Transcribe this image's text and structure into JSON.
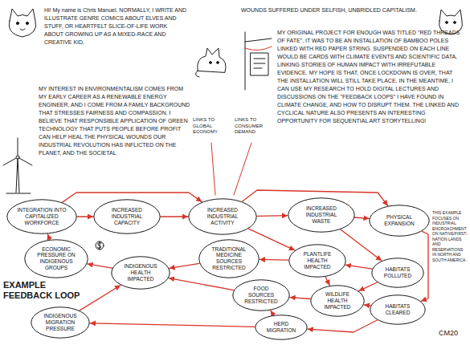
{
  "diagram": {
    "nodes": [
      {
        "text": [
          "INTEGRATION INTO CAPITALIZED WORKFORCE"
        ]
      },
      {
        "text": [
          "INCREASED INDUSTRIAL CAPACITY"
        ]
      },
      {
        "text": [
          "INCREASED INDUSTRIAL ACTIVITY"
        ]
      },
      {
        "text": [
          "INCREASED INDUSTRIAL WASTE"
        ]
      },
      {
        "text": [
          "PHYSICAL EXPANSION"
        ]
      },
      {
        "text": [
          "ECONOMIC PRESSURE ON INDIGENOUS GROUPS"
        ]
      },
      {
        "text": [
          "TRADITIONAL MEDICINE SOURCES RESTRICTED"
        ]
      },
      {
        "text": [
          "PLANTLIFE HEALTH IMPACTED"
        ]
      },
      {
        "text": [
          "INDIGENOUS HEALTH IMPACTED"
        ]
      },
      {
        "text": [
          "HABITATS POLLUTED"
        ]
      },
      {
        "text": [
          "FOOD SOURCES RESTRICTED"
        ]
      },
      {
        "text": [
          "WILDLIFE HEALTH IMPACTED"
        ]
      },
      {
        "text": [
          "HABITATS CLEARED"
        ]
      },
      {
        "text": [
          "INDIGENOUS MIGRATION PRESSURE"
        ]
      },
      {
        "text": [
          "HERD MIGRATION"
        ]
      }
    ],
    "edges": [
      {
        "from": 0,
        "to": 1,
        "arrow": "to"
      },
      {
        "from": 1,
        "to": 2,
        "arrow": "to"
      },
      {
        "from": 2,
        "to": 3,
        "arrow": "to"
      },
      {
        "from": 3,
        "to": 4,
        "arrow": "to"
      },
      {
        "from": 0,
        "to": 2,
        "arrow": "to"
      },
      {
        "from": 2,
        "to": 4,
        "arrow": "to"
      },
      {
        "from": 3,
        "to": 9,
        "arrow": "to"
      },
      {
        "from": 4,
        "to": 12,
        "arrow": "to"
      },
      {
        "from": 9,
        "to": 7,
        "arrow": "to"
      },
      {
        "from": 9,
        "to": 11,
        "arrow": "to"
      },
      {
        "from": 12,
        "to": 11,
        "arrow": "to"
      },
      {
        "from": 12,
        "to": 14,
        "arrow": "to"
      },
      {
        "from": 2,
        "to": 7,
        "arrow": "to"
      },
      {
        "from": 7,
        "to": 6,
        "arrow": "to"
      },
      {
        "from": 7,
        "to": 11,
        "arrow": "to"
      },
      {
        "from": 11,
        "to": 10,
        "arrow": "to"
      },
      {
        "from": 14,
        "to": 10,
        "arrow": "to"
      },
      {
        "from": 14,
        "to": 13,
        "arrow": "to"
      },
      {
        "from": 6,
        "to": 8,
        "arrow": "to"
      },
      {
        "from": 10,
        "to": 8,
        "arrow": "to"
      },
      {
        "from": 13,
        "to": 8,
        "arrow": "to"
      },
      {
        "from": 8,
        "to": 5,
        "arrow": "to"
      },
      {
        "from": 5,
        "to": 0,
        "arrow": "to"
      }
    ],
    "labels": [
      "Hi! My name is Chris Manuel. NORMALLY, I WRITE AND ILLUSTRATE GENRE COMICS ABOUT ELVES AND STUFF, OR HEARTFELT SLICE-OF-LIFE WORK ABOUT GROWING UP AS A MIXED-RACE AND CREATIVE KID.",
      "MY INTEREST IN ENVIRONMENTALISM COMES FROM MY EARLY CAREER AS A RENEWABLE ENERGY ENGINEER, AND I COME FROM A FAMILY BACKGROUND THAT STRESSES FAIRNESS AND COMPASSION. I BELIEVE THAT RESPONSIBLE APPLICATION OF GREEN TECHNOLOGY THAT PUTS PEOPLE BEFORE PROFIT CAN HELP HEAL THE PHYSICAL WOUNDS OUR INDUSTRIAL REVOLUTION HAS INFLICTED ON THE PLANET, AND THE SOCIETAL",
      "WOUNDS SUFFERED UNDER SELFISH, UNBRIDLED CAPITALISM.",
      "MY ORIGINAL PROJECT FOR ENOUGH WAS TITLED \"RED THREADS OF FATE\". IT WAS TO BE AN INSTALLATION OF BAMBOO POLES LINKED WITH RED PAPER STRING. SUSPENDED ON EACH LINE WOULD BE CARDS WITH CLIMATE EVENTS AND SCIENTIFIC DATA, LINKING STORIES OF HUMAN IMPACT WITH IRREFUTABLE EVIDENCE. MY HOPE IS THAT, ONCE LOCKDOWN IS OVER, THAT THE INSTALLATION WILL STILL TAKE PLACE. IN THE MEANTIME, I CAN USE MY RESEARCH TO HOLD DIGITAL LECTURES AND DISCUSSIONS ON THE \"FEEDBACK LOOPS\" I HAVE FOUND IN CLIMATE CHANGE, AND HOW TO DISRUPT THEM. THE LINKED AND CYCLICAL NATURE ALSO PRESENTS AN INTERESTING OPPORTUNITY FOR SEQUENTIAL ART STORYTELLING!",
      "LINKS TO GLOBAL ECONOMY",
      "LINKS TO CONSUMER DEMAND",
      "EXAMPLE FEEDBACK LOOP",
      "THIS EXAMPLE FOCUSES ON INDUSTRIAL ENCROACHMENT ON NATIVE/FIRST-NATION LANDS AND RESERVATIONS IN NORTH AND SOUTH AMERICA.",
      "CM20"
    ]
  }
}
